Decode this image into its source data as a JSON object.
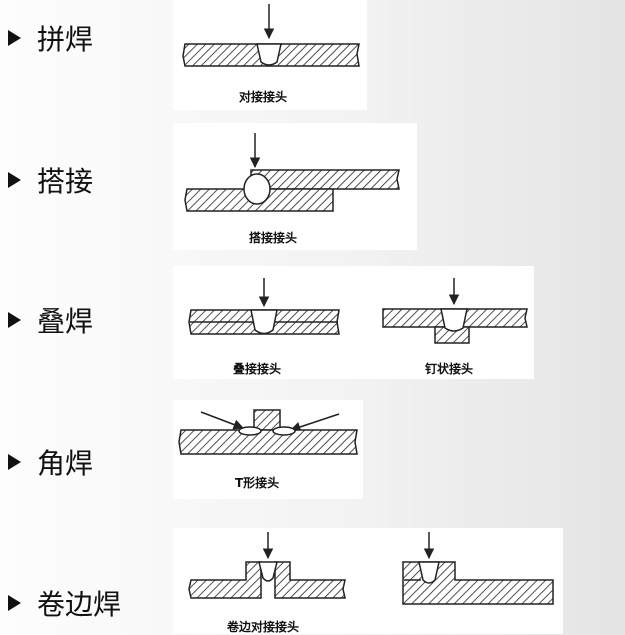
{
  "rows": [
    {
      "label": "拼焊",
      "captions": [
        "对接接头"
      ]
    },
    {
      "label": "搭接",
      "captions": [
        "搭接接头"
      ]
    },
    {
      "label": "叠焊",
      "captions": [
        "叠接接头",
        "钉状接头"
      ]
    },
    {
      "label": "角焊",
      "captions": [
        "T形接头"
      ]
    },
    {
      "label": "卷边焊",
      "captions": [
        "卷边对接接头"
      ]
    }
  ]
}
